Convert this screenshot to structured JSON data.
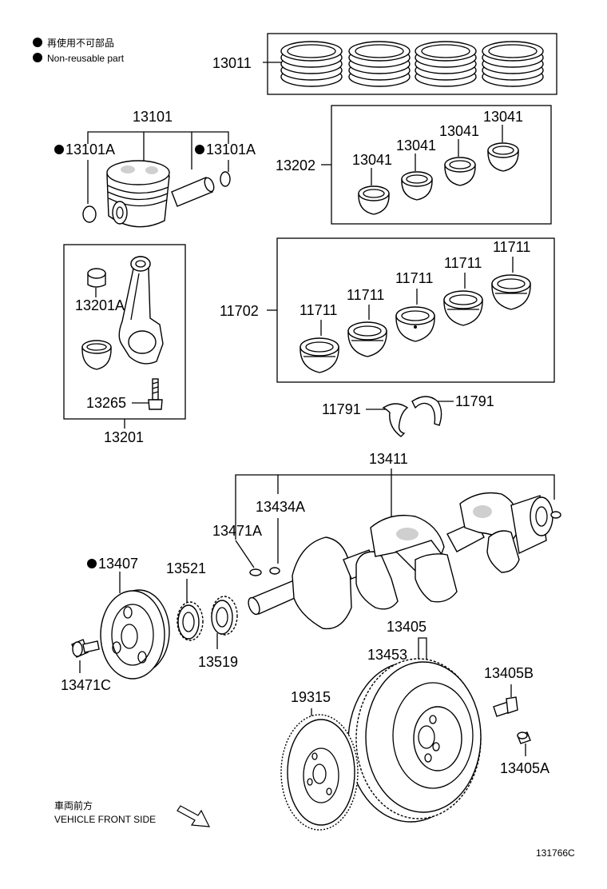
{
  "legend": {
    "jp": "再使用不可部品",
    "en": "Non-reusable part"
  },
  "labels": {
    "p13011": "13011",
    "p13101": "13101",
    "p13101A_left": "13101A",
    "p13101A_right": "13101A",
    "p13202": "13202",
    "p13041_a": "13041",
    "p13041_b": "13041",
    "p13041_c": "13041",
    "p13041_d": "13041",
    "p13201A": "13201A",
    "p13265": "13265",
    "p13201": "13201",
    "p11702": "11702",
    "p11711_a": "11711",
    "p11711_b": "11711",
    "p11711_c": "11711",
    "p11711_d": "11711",
    "p11711_e": "11711",
    "p11791_left": "11791",
    "p11791_right": "11791",
    "p13411": "13411",
    "p13434A": "13434A",
    "p13471A": "13471A",
    "p13407": "13407",
    "p13521": "13521",
    "p13519": "13519",
    "p13471C": "13471C",
    "p13405": "13405",
    "p13453": "13453",
    "p13405B": "13405B",
    "p19315": "19315",
    "p13405A": "13405A"
  },
  "direction": {
    "jp": "車両前方",
    "en": "VEHICLE FRONT SIDE"
  },
  "figure_id": "131766C"
}
